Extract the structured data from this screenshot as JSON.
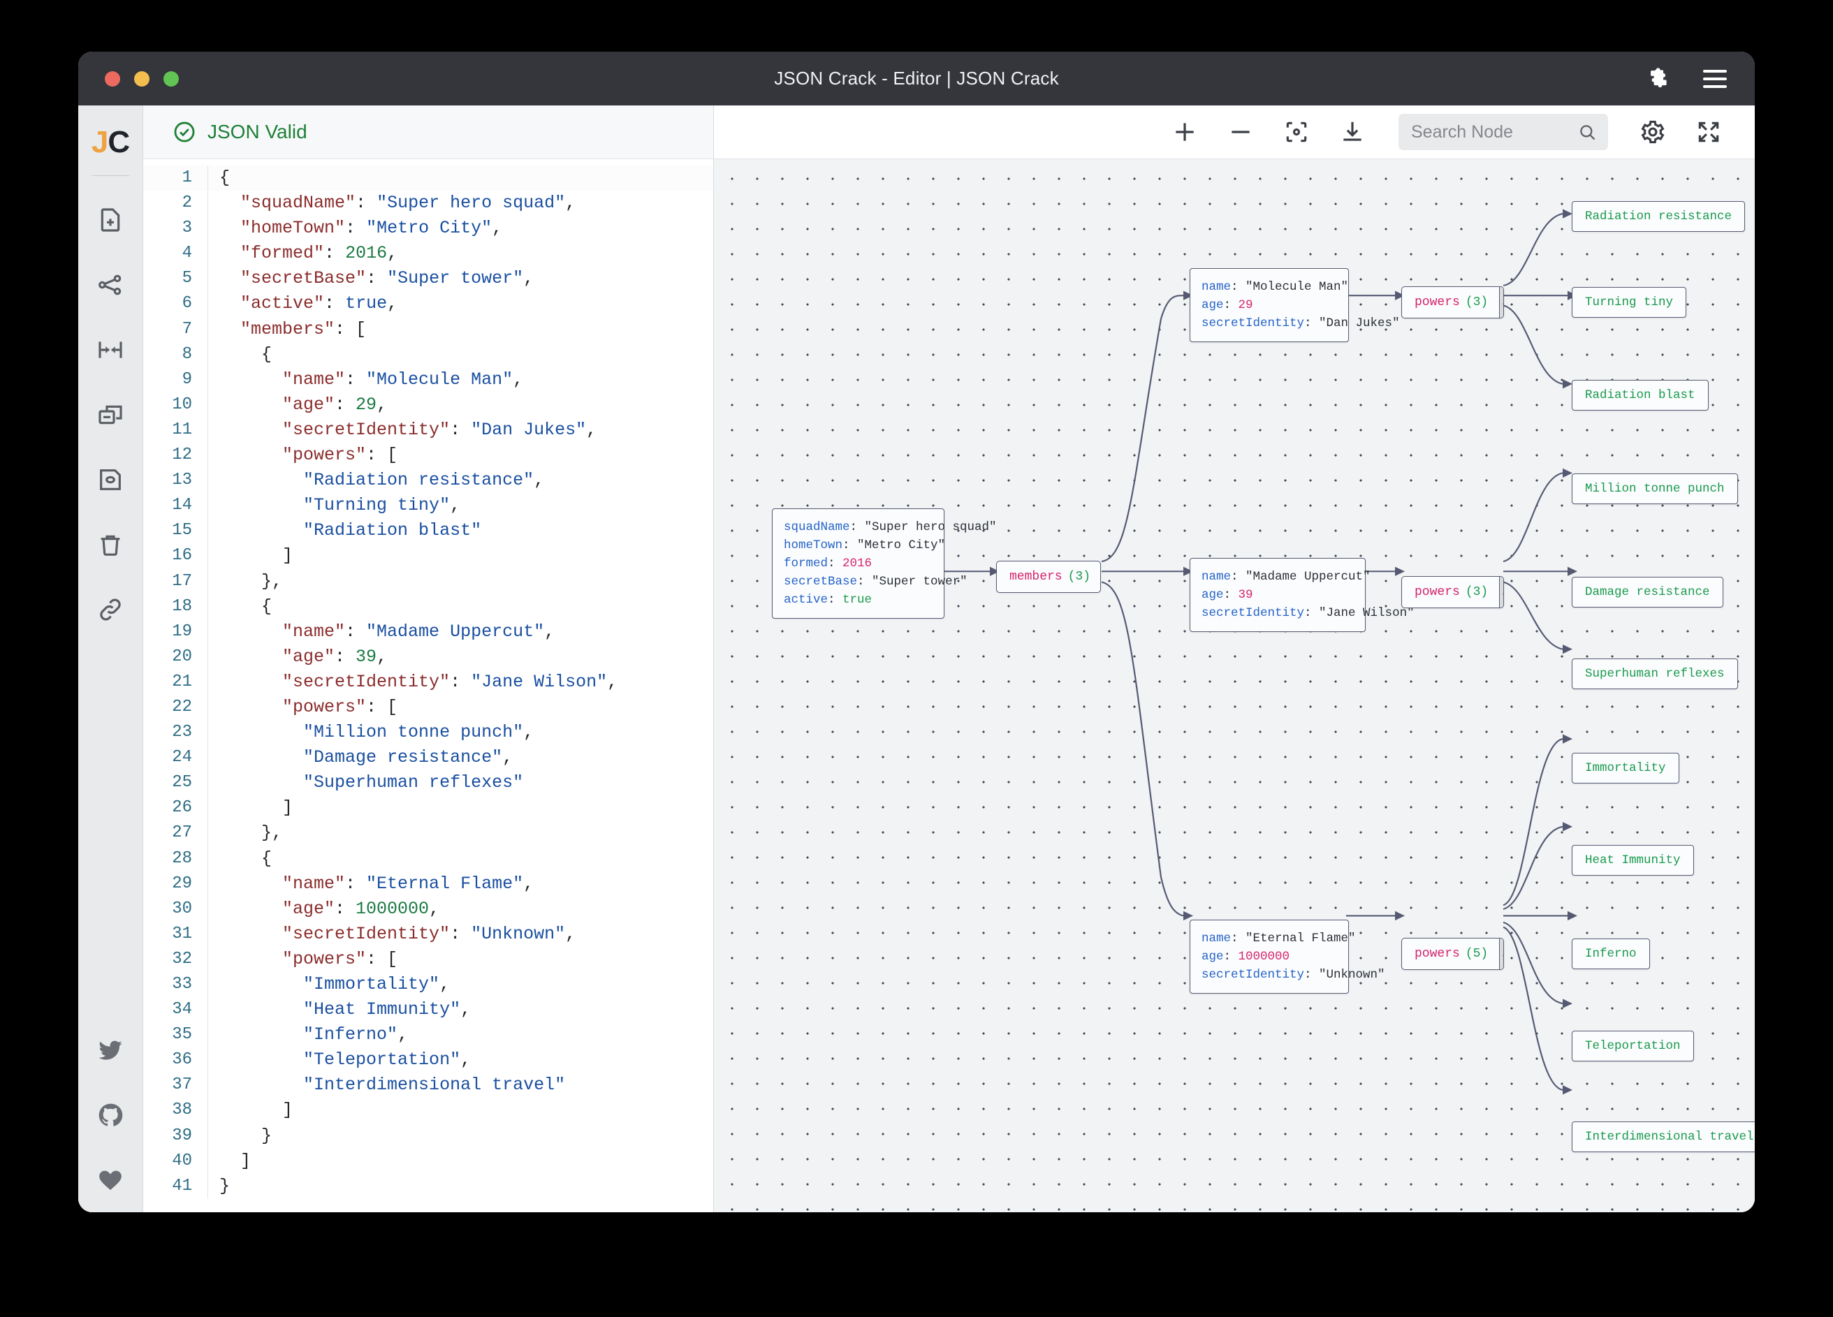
{
  "window": {
    "title": "JSON Crack - Editor | JSON Crack",
    "traffic_lights": [
      "close",
      "minimize",
      "maximize"
    ],
    "extensions_icon": "puzzle-piece-icon",
    "menu_icon": "hamburger-menu-icon"
  },
  "rail": {
    "logo": {
      "first": "J",
      "second": "C"
    },
    "items": [
      {
        "name": "new-file-icon",
        "label": "New file"
      },
      {
        "name": "share-nodes-icon",
        "label": "Share"
      },
      {
        "name": "collapse-arrows-icon",
        "label": "Collapse"
      },
      {
        "name": "duplicate-window-icon",
        "label": "Minimize nodes"
      },
      {
        "name": "save-disk-icon",
        "label": "Save"
      },
      {
        "name": "trash-icon",
        "label": "Delete"
      },
      {
        "name": "link-icon",
        "label": "Copy link"
      }
    ],
    "social": [
      {
        "name": "twitter-icon",
        "label": "Twitter"
      },
      {
        "name": "github-icon",
        "label": "GitHub"
      },
      {
        "name": "heart-icon",
        "label": "Support"
      }
    ]
  },
  "editor": {
    "status_label": "JSON Valid",
    "status_icon": "check-circle-icon",
    "status_color": "#1e8038",
    "lines": [
      {
        "n": 1,
        "tokens": [
          {
            "t": "p",
            "v": "{"
          }
        ]
      },
      {
        "n": 2,
        "tokens": [
          {
            "t": "p",
            "v": "  "
          },
          {
            "t": "k",
            "v": "\"squadName\""
          },
          {
            "t": "p",
            "v": ": "
          },
          {
            "t": "s",
            "v": "\"Super hero squad\""
          },
          {
            "t": "p",
            "v": ","
          }
        ]
      },
      {
        "n": 3,
        "tokens": [
          {
            "t": "p",
            "v": "  "
          },
          {
            "t": "k",
            "v": "\"homeTown\""
          },
          {
            "t": "p",
            "v": ": "
          },
          {
            "t": "s",
            "v": "\"Metro City\""
          },
          {
            "t": "p",
            "v": ","
          }
        ]
      },
      {
        "n": 4,
        "tokens": [
          {
            "t": "p",
            "v": "  "
          },
          {
            "t": "k",
            "v": "\"formed\""
          },
          {
            "t": "p",
            "v": ": "
          },
          {
            "t": "n",
            "v": "2016"
          },
          {
            "t": "p",
            "v": ","
          }
        ]
      },
      {
        "n": 5,
        "tokens": [
          {
            "t": "p",
            "v": "  "
          },
          {
            "t": "k",
            "v": "\"secretBase\""
          },
          {
            "t": "p",
            "v": ": "
          },
          {
            "t": "s",
            "v": "\"Super tower\""
          },
          {
            "t": "p",
            "v": ","
          }
        ]
      },
      {
        "n": 6,
        "tokens": [
          {
            "t": "p",
            "v": "  "
          },
          {
            "t": "k",
            "v": "\"active\""
          },
          {
            "t": "p",
            "v": ": "
          },
          {
            "t": "b",
            "v": "true"
          },
          {
            "t": "p",
            "v": ","
          }
        ]
      },
      {
        "n": 7,
        "tokens": [
          {
            "t": "p",
            "v": "  "
          },
          {
            "t": "k",
            "v": "\"members\""
          },
          {
            "t": "p",
            "v": ": ["
          }
        ]
      },
      {
        "n": 8,
        "tokens": [
          {
            "t": "p",
            "v": "    {"
          }
        ]
      },
      {
        "n": 9,
        "tokens": [
          {
            "t": "p",
            "v": "      "
          },
          {
            "t": "k",
            "v": "\"name\""
          },
          {
            "t": "p",
            "v": ": "
          },
          {
            "t": "s",
            "v": "\"Molecule Man\""
          },
          {
            "t": "p",
            "v": ","
          }
        ]
      },
      {
        "n": 10,
        "tokens": [
          {
            "t": "p",
            "v": "      "
          },
          {
            "t": "k",
            "v": "\"age\""
          },
          {
            "t": "p",
            "v": ": "
          },
          {
            "t": "n",
            "v": "29"
          },
          {
            "t": "p",
            "v": ","
          }
        ]
      },
      {
        "n": 11,
        "tokens": [
          {
            "t": "p",
            "v": "      "
          },
          {
            "t": "k",
            "v": "\"secretIdentity\""
          },
          {
            "t": "p",
            "v": ": "
          },
          {
            "t": "s",
            "v": "\"Dan Jukes\""
          },
          {
            "t": "p",
            "v": ","
          }
        ]
      },
      {
        "n": 12,
        "tokens": [
          {
            "t": "p",
            "v": "      "
          },
          {
            "t": "k",
            "v": "\"powers\""
          },
          {
            "t": "p",
            "v": ": ["
          }
        ]
      },
      {
        "n": 13,
        "tokens": [
          {
            "t": "p",
            "v": "        "
          },
          {
            "t": "s",
            "v": "\"Radiation resistance\""
          },
          {
            "t": "p",
            "v": ","
          }
        ]
      },
      {
        "n": 14,
        "tokens": [
          {
            "t": "p",
            "v": "        "
          },
          {
            "t": "s",
            "v": "\"Turning tiny\""
          },
          {
            "t": "p",
            "v": ","
          }
        ]
      },
      {
        "n": 15,
        "tokens": [
          {
            "t": "p",
            "v": "        "
          },
          {
            "t": "s",
            "v": "\"Radiation blast\""
          }
        ]
      },
      {
        "n": 16,
        "tokens": [
          {
            "t": "p",
            "v": "      ]"
          }
        ]
      },
      {
        "n": 17,
        "tokens": [
          {
            "t": "p",
            "v": "    },"
          }
        ]
      },
      {
        "n": 18,
        "tokens": [
          {
            "t": "p",
            "v": "    {"
          }
        ]
      },
      {
        "n": 19,
        "tokens": [
          {
            "t": "p",
            "v": "      "
          },
          {
            "t": "k",
            "v": "\"name\""
          },
          {
            "t": "p",
            "v": ": "
          },
          {
            "t": "s",
            "v": "\"Madame Uppercut\""
          },
          {
            "t": "p",
            "v": ","
          }
        ]
      },
      {
        "n": 20,
        "tokens": [
          {
            "t": "p",
            "v": "      "
          },
          {
            "t": "k",
            "v": "\"age\""
          },
          {
            "t": "p",
            "v": ": "
          },
          {
            "t": "n",
            "v": "39"
          },
          {
            "t": "p",
            "v": ","
          }
        ]
      },
      {
        "n": 21,
        "tokens": [
          {
            "t": "p",
            "v": "      "
          },
          {
            "t": "k",
            "v": "\"secretIdentity\""
          },
          {
            "t": "p",
            "v": ": "
          },
          {
            "t": "s",
            "v": "\"Jane Wilson\""
          },
          {
            "t": "p",
            "v": ","
          }
        ]
      },
      {
        "n": 22,
        "tokens": [
          {
            "t": "p",
            "v": "      "
          },
          {
            "t": "k",
            "v": "\"powers\""
          },
          {
            "t": "p",
            "v": ": ["
          }
        ]
      },
      {
        "n": 23,
        "tokens": [
          {
            "t": "p",
            "v": "        "
          },
          {
            "t": "s",
            "v": "\"Million tonne punch\""
          },
          {
            "t": "p",
            "v": ","
          }
        ]
      },
      {
        "n": 24,
        "tokens": [
          {
            "t": "p",
            "v": "        "
          },
          {
            "t": "s",
            "v": "\"Damage resistance\""
          },
          {
            "t": "p",
            "v": ","
          }
        ]
      },
      {
        "n": 25,
        "tokens": [
          {
            "t": "p",
            "v": "        "
          },
          {
            "t": "s",
            "v": "\"Superhuman reflexes\""
          }
        ]
      },
      {
        "n": 26,
        "tokens": [
          {
            "t": "p",
            "v": "      ]"
          }
        ]
      },
      {
        "n": 27,
        "tokens": [
          {
            "t": "p",
            "v": "    },"
          }
        ]
      },
      {
        "n": 28,
        "tokens": [
          {
            "t": "p",
            "v": "    {"
          }
        ]
      },
      {
        "n": 29,
        "tokens": [
          {
            "t": "p",
            "v": "      "
          },
          {
            "t": "k",
            "v": "\"name\""
          },
          {
            "t": "p",
            "v": ": "
          },
          {
            "t": "s",
            "v": "\"Eternal Flame\""
          },
          {
            "t": "p",
            "v": ","
          }
        ]
      },
      {
        "n": 30,
        "tokens": [
          {
            "t": "p",
            "v": "      "
          },
          {
            "t": "k",
            "v": "\"age\""
          },
          {
            "t": "p",
            "v": ": "
          },
          {
            "t": "n",
            "v": "1000000"
          },
          {
            "t": "p",
            "v": ","
          }
        ]
      },
      {
        "n": 31,
        "tokens": [
          {
            "t": "p",
            "v": "      "
          },
          {
            "t": "k",
            "v": "\"secretIdentity\""
          },
          {
            "t": "p",
            "v": ": "
          },
          {
            "t": "s",
            "v": "\"Unknown\""
          },
          {
            "t": "p",
            "v": ","
          }
        ]
      },
      {
        "n": 32,
        "tokens": [
          {
            "t": "p",
            "v": "      "
          },
          {
            "t": "k",
            "v": "\"powers\""
          },
          {
            "t": "p",
            "v": ": ["
          }
        ]
      },
      {
        "n": 33,
        "tokens": [
          {
            "t": "p",
            "v": "        "
          },
          {
            "t": "s",
            "v": "\"Immortality\""
          },
          {
            "t": "p",
            "v": ","
          }
        ]
      },
      {
        "n": 34,
        "tokens": [
          {
            "t": "p",
            "v": "        "
          },
          {
            "t": "s",
            "v": "\"Heat Immunity\""
          },
          {
            "t": "p",
            "v": ","
          }
        ]
      },
      {
        "n": 35,
        "tokens": [
          {
            "t": "p",
            "v": "        "
          },
          {
            "t": "s",
            "v": "\"Inferno\""
          },
          {
            "t": "p",
            "v": ","
          }
        ]
      },
      {
        "n": 36,
        "tokens": [
          {
            "t": "p",
            "v": "        "
          },
          {
            "t": "s",
            "v": "\"Teleportation\""
          },
          {
            "t": "p",
            "v": ","
          }
        ]
      },
      {
        "n": 37,
        "tokens": [
          {
            "t": "p",
            "v": "        "
          },
          {
            "t": "s",
            "v": "\"Interdimensional travel\""
          }
        ]
      },
      {
        "n": 38,
        "tokens": [
          {
            "t": "p",
            "v": "      ]"
          }
        ]
      },
      {
        "n": 39,
        "tokens": [
          {
            "t": "p",
            "v": "    }"
          }
        ]
      },
      {
        "n": 40,
        "tokens": [
          {
            "t": "p",
            "v": "  ]"
          }
        ]
      },
      {
        "n": 41,
        "tokens": [
          {
            "t": "p",
            "v": "}"
          }
        ]
      }
    ]
  },
  "graph_toolbar": {
    "zoom_in_icon": "plus-icon",
    "zoom_out_icon": "minus-icon",
    "center_icon": "focus-center-icon",
    "download_icon": "download-icon",
    "search": {
      "placeholder": "Search Node",
      "value": "",
      "icon": "search-icon"
    },
    "settings_icon": "gear-icon",
    "fullscreen_icon": "expand-arrows-icon"
  },
  "graph": {
    "link_icon": "link-chain-icon",
    "nodes": {
      "root": {
        "rows": [
          {
            "key": "squadName",
            "value": "\"Super hero squad\"",
            "type": "string"
          },
          {
            "key": "homeTown",
            "value": "\"Metro City\"",
            "type": "string"
          },
          {
            "key": "formed",
            "value": "2016",
            "type": "number"
          },
          {
            "key": "secretBase",
            "value": "\"Super tower\"",
            "type": "string"
          },
          {
            "key": "active",
            "value": "true",
            "type": "boolean"
          }
        ]
      },
      "members": {
        "name": "members",
        "count": "(3)"
      },
      "member1": {
        "rows": [
          {
            "key": "name",
            "value": "\"Molecule Man\"",
            "type": "string"
          },
          {
            "key": "age",
            "value": "29",
            "type": "number"
          },
          {
            "key": "secretIdentity",
            "value": "\"Dan Jukes\"",
            "type": "string"
          }
        ]
      },
      "member2": {
        "rows": [
          {
            "key": "name",
            "value": "\"Madame Uppercut\"",
            "type": "string"
          },
          {
            "key": "age",
            "value": "39",
            "type": "number"
          },
          {
            "key": "secretIdentity",
            "value": "\"Jane Wilson\"",
            "type": "string"
          }
        ]
      },
      "member3": {
        "rows": [
          {
            "key": "name",
            "value": "\"Eternal Flame\"",
            "type": "string"
          },
          {
            "key": "age",
            "value": "1000000",
            "type": "number"
          },
          {
            "key": "secretIdentity",
            "value": "\"Unknown\"",
            "type": "string"
          }
        ]
      },
      "powers1": {
        "name": "powers",
        "count": "(3)"
      },
      "powers2": {
        "name": "powers",
        "count": "(3)"
      },
      "powers3": {
        "name": "powers",
        "count": "(5)"
      },
      "leaves1": [
        "Radiation resistance",
        "Turning tiny",
        "Radiation blast"
      ],
      "leaves2": [
        "Million tonne punch",
        "Damage resistance",
        "Superhuman reflexes"
      ],
      "leaves3": [
        "Immortality",
        "Heat Immunity",
        "Inferno",
        "Teleportation",
        "Interdimensional travel"
      ]
    }
  },
  "colors": {
    "titlebar": "#34363c",
    "valid_green": "#1e8038",
    "node_key": "#2563c9",
    "node_number": "#d6246e",
    "node_bool": "#1a9a4e",
    "array_name": "#d6246e",
    "leaf_text": "#1a9a4e",
    "canvas_bg": "#f1f3f5"
  }
}
